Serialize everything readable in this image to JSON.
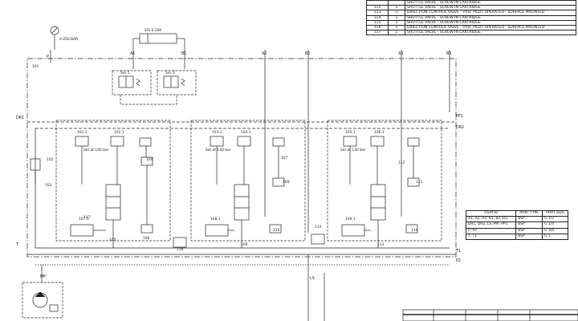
{
  "parts_list": [
    {
      "item": "",
      "qty": "",
      "desc": "SHUTTLE VALVE - SCREW-IN CARTRIDGE"
    },
    {
      "item": "111",
      "qty": "1",
      "desc": "SHUTTLE VALVE - SCREW-IN CARTRIDGE"
    },
    {
      "item": "113",
      "qty": "1",
      "desc": "DIRECTION CONTROL VALVE - HYD. PILOT OPERATED - SURFACE MOUNTED"
    },
    {
      "item": "114",
      "qty": "1",
      "desc": "SHUTTLE VALVE - SCREW-IN CARTRIDGE"
    },
    {
      "item": "115",
      "qty": "1",
      "desc": "SHUTTLE VALVE - SCREW-IN CARTRIDGE"
    },
    {
      "item": "116",
      "qty": "1",
      "desc": "DIRECTION CONTROL VALVE - HYD. PILOT OPERATED - SURFACE MOUNTED"
    },
    {
      "item": "117",
      "qty": "1",
      "desc": "SHUTTLE VALVE - SCREW-IN CARTRIDGE"
    }
  ],
  "port_table": {
    "headers": [
      "ITEM ID",
      "PORT TYPE",
      "PORT SIZE"
    ],
    "rows": [
      [
        "A1, A2, A3, B1, B2, B3",
        "BSP",
        "G 1/2"
      ],
      [
        "DR1, DR2, LS, MP, PP1",
        "BSP",
        "G 1/4"
      ],
      [
        "P, P2",
        "BSP",
        "G 3/4"
      ],
      [
        "T, T1",
        "BSP",
        "G 1"
      ]
    ]
  },
  "ports": {
    "A1": "A1",
    "B1": "B1",
    "A2": "A2",
    "B2": "B2",
    "A3": "A3",
    "B3": "B3",
    "DR1": "DR1",
    "DR2": "DR2",
    "PP1": "PP1",
    "P": "P",
    "T": "T",
    "T1": "T1",
    "P2": "P2",
    "LS": "LS",
    "MP": "MP"
  },
  "gauge_rating": "0-250 BAR",
  "cylinder_label": "S/S 0-100",
  "reliefs": {
    "left": "Sec 1",
    "right": "Sec 2"
  },
  "setting_text": "Set at 140 bar",
  "component_tags": [
    "101",
    "102",
    "103",
    "104",
    "105",
    "106",
    "107",
    "108",
    "109",
    "110",
    "111",
    "112",
    "113",
    "114",
    "115",
    "116",
    "117"
  ],
  "section_tags": [
    "101.1",
    "102.1",
    "103.1",
    "104.1",
    "105.1",
    "106.1",
    "107.1",
    "108.1",
    "109.1"
  ]
}
